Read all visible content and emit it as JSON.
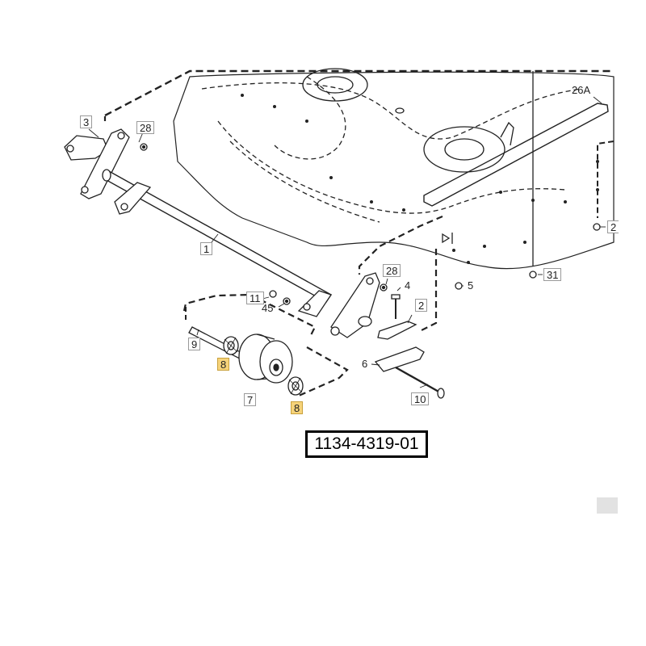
{
  "diagram": {
    "part_number": "1134-4319-01",
    "callouts": [
      {
        "id": "c-3",
        "label": "3",
        "highlight": false
      },
      {
        "id": "c-28a",
        "label": "28",
        "highlight": false
      },
      {
        "id": "c-26a",
        "label": "26A",
        "highlight": false
      },
      {
        "id": "c-1",
        "label": "1",
        "highlight": false
      },
      {
        "id": "c-28b",
        "label": "28",
        "highlight": false
      },
      {
        "id": "c-4",
        "label": "4",
        "highlight": false
      },
      {
        "id": "c-11",
        "label": "11",
        "highlight": false
      },
      {
        "id": "c-45",
        "label": "45",
        "highlight": false
      },
      {
        "id": "c-2",
        "label": "2",
        "highlight": false
      },
      {
        "id": "c-9",
        "label": "9",
        "highlight": false
      },
      {
        "id": "c-8a",
        "label": "8",
        "highlight": true
      },
      {
        "id": "c-7",
        "label": "7",
        "highlight": false
      },
      {
        "id": "c-6",
        "label": "6",
        "highlight": false
      },
      {
        "id": "c-10",
        "label": "10",
        "highlight": false
      },
      {
        "id": "c-8b",
        "label": "8",
        "highlight": true
      },
      {
        "id": "c-5",
        "label": "5",
        "highlight": false
      },
      {
        "id": "c-31",
        "label": "31",
        "highlight": false
      },
      {
        "id": "c-2b",
        "label": "2",
        "highlight": false
      }
    ],
    "highlight_color": "#f6d37a"
  }
}
